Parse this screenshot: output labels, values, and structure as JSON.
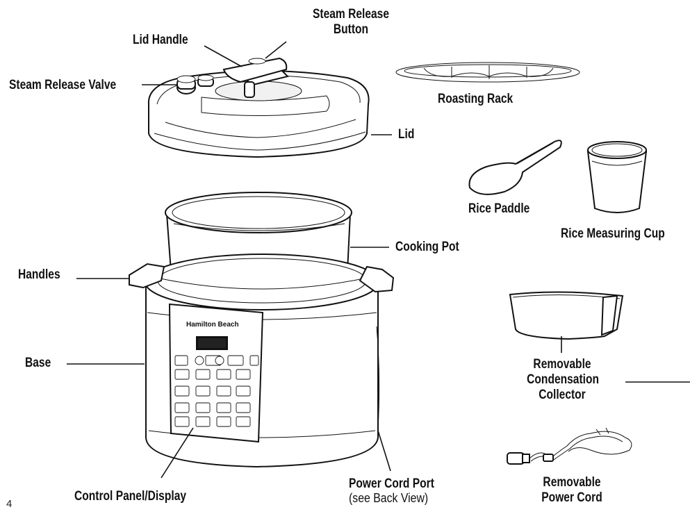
{
  "labels": {
    "steam_release_button": [
      "Steam Release",
      "Button"
    ],
    "lid_handle": "Lid Handle",
    "steam_release_valve": "Steam Release Valve",
    "lid": "Lid",
    "roasting_rack": "Roasting Rack",
    "rice_paddle": "Rice Paddle",
    "rice_measuring_cup": "Rice Measuring Cup",
    "cooking_pot": "Cooking Pot",
    "handles": "Handles",
    "base": "Base",
    "removable_condensation_collector": [
      "Removable",
      "Condensation",
      "Collector"
    ],
    "control_panel_display": "Control Panel/Display",
    "power_cord_port": "Power Cord Port",
    "power_cord_port_note": "(see Back View)",
    "removable_power_cord": [
      "Removable",
      "Power Cord"
    ]
  },
  "brand": "Hamilton Beach",
  "page_number": "4"
}
